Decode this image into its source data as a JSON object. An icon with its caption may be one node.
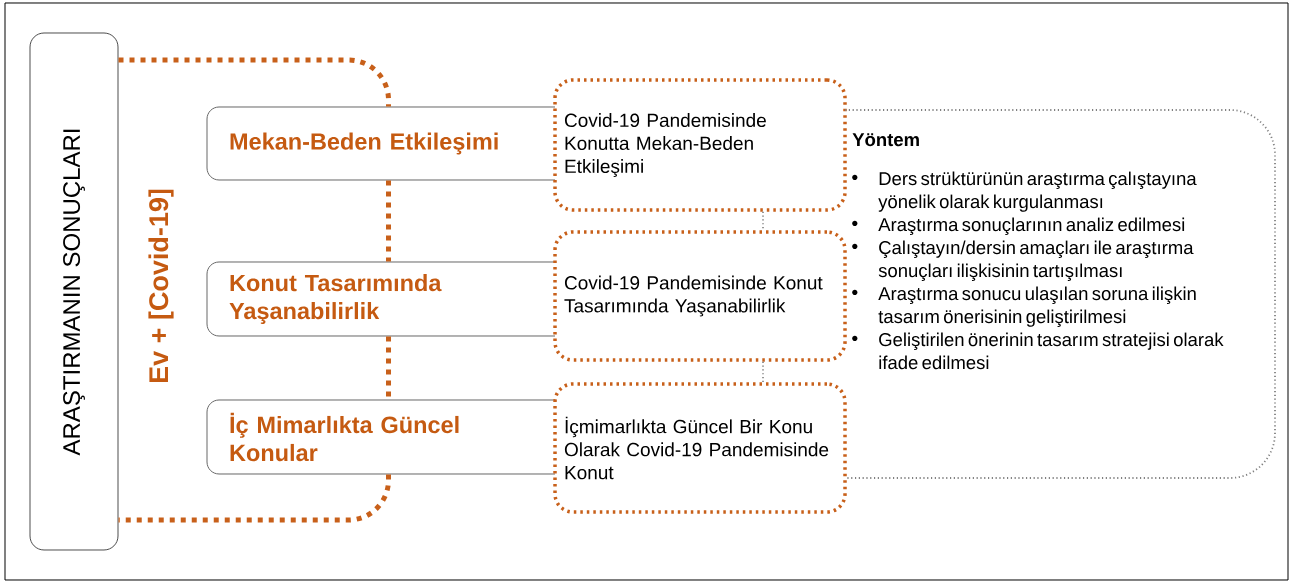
{
  "diagram": {
    "nodes": [
      {
        "text": [
          "ARAŞTIRMANIN SONUÇLARI"
        ]
      },
      {
        "text": [
          "Mekan-Beden Etkileşimi"
        ]
      },
      {
        "text": [
          "Konut Tasarımında Yaşanabilirlik"
        ]
      },
      {
        "text": [
          "İç Mimarlıkta Güncel Konular"
        ]
      },
      {
        "text": [
          "Covid-19 Pandemisinde Konutta Mekan-Beden Etkileşimi"
        ]
      },
      {
        "text": [
          "Covid-19 Pandemisinde Konut Tasarımında Yaşanabilirlik"
        ]
      },
      {
        "text": [
          "İçmimarlıkta Güncel Bir Konu Olarak Covid-19 Pandemisinde Konut"
        ]
      },
      {
        "text": [
          "Yöntem",
          "Ders strüktürünün araştırma çalıştayına yönelik olarak kurgulanması",
          "Araştırma sonuçlarının analiz edilmesi",
          "Çalıştayın/dersin amaçları ile araştırma sonuçları ilişkisinin tartışılması",
          "Araştırma sonucu ulaşılan soruna ilişkin tasarım önerisinin geliştirilmesi",
          "Geliştirilen önerinin tasarım stratejisi olarak ifade edilmesi"
        ]
      }
    ],
    "edges": [
      {
        "from": 0,
        "to": 1,
        "arrow": "none",
        "style": "dashed"
      },
      {
        "from": 1,
        "to": 2,
        "arrow": "none",
        "style": "dashed"
      },
      {
        "from": 2,
        "to": 3,
        "arrow": "none",
        "style": "dashed"
      },
      {
        "from": 3,
        "to": 0,
        "arrow": "none",
        "style": "dashed"
      },
      {
        "from": 4,
        "to": 5,
        "arrow": "none",
        "style": "dashed",
        "color": "#8c8c8c"
      },
      {
        "from": 5,
        "to": 6,
        "arrow": "none",
        "style": "dashed",
        "color": "#8c8c8c"
      }
    ],
    "labels": [
      "Ev + [Covid-19]"
    ]
  }
}
